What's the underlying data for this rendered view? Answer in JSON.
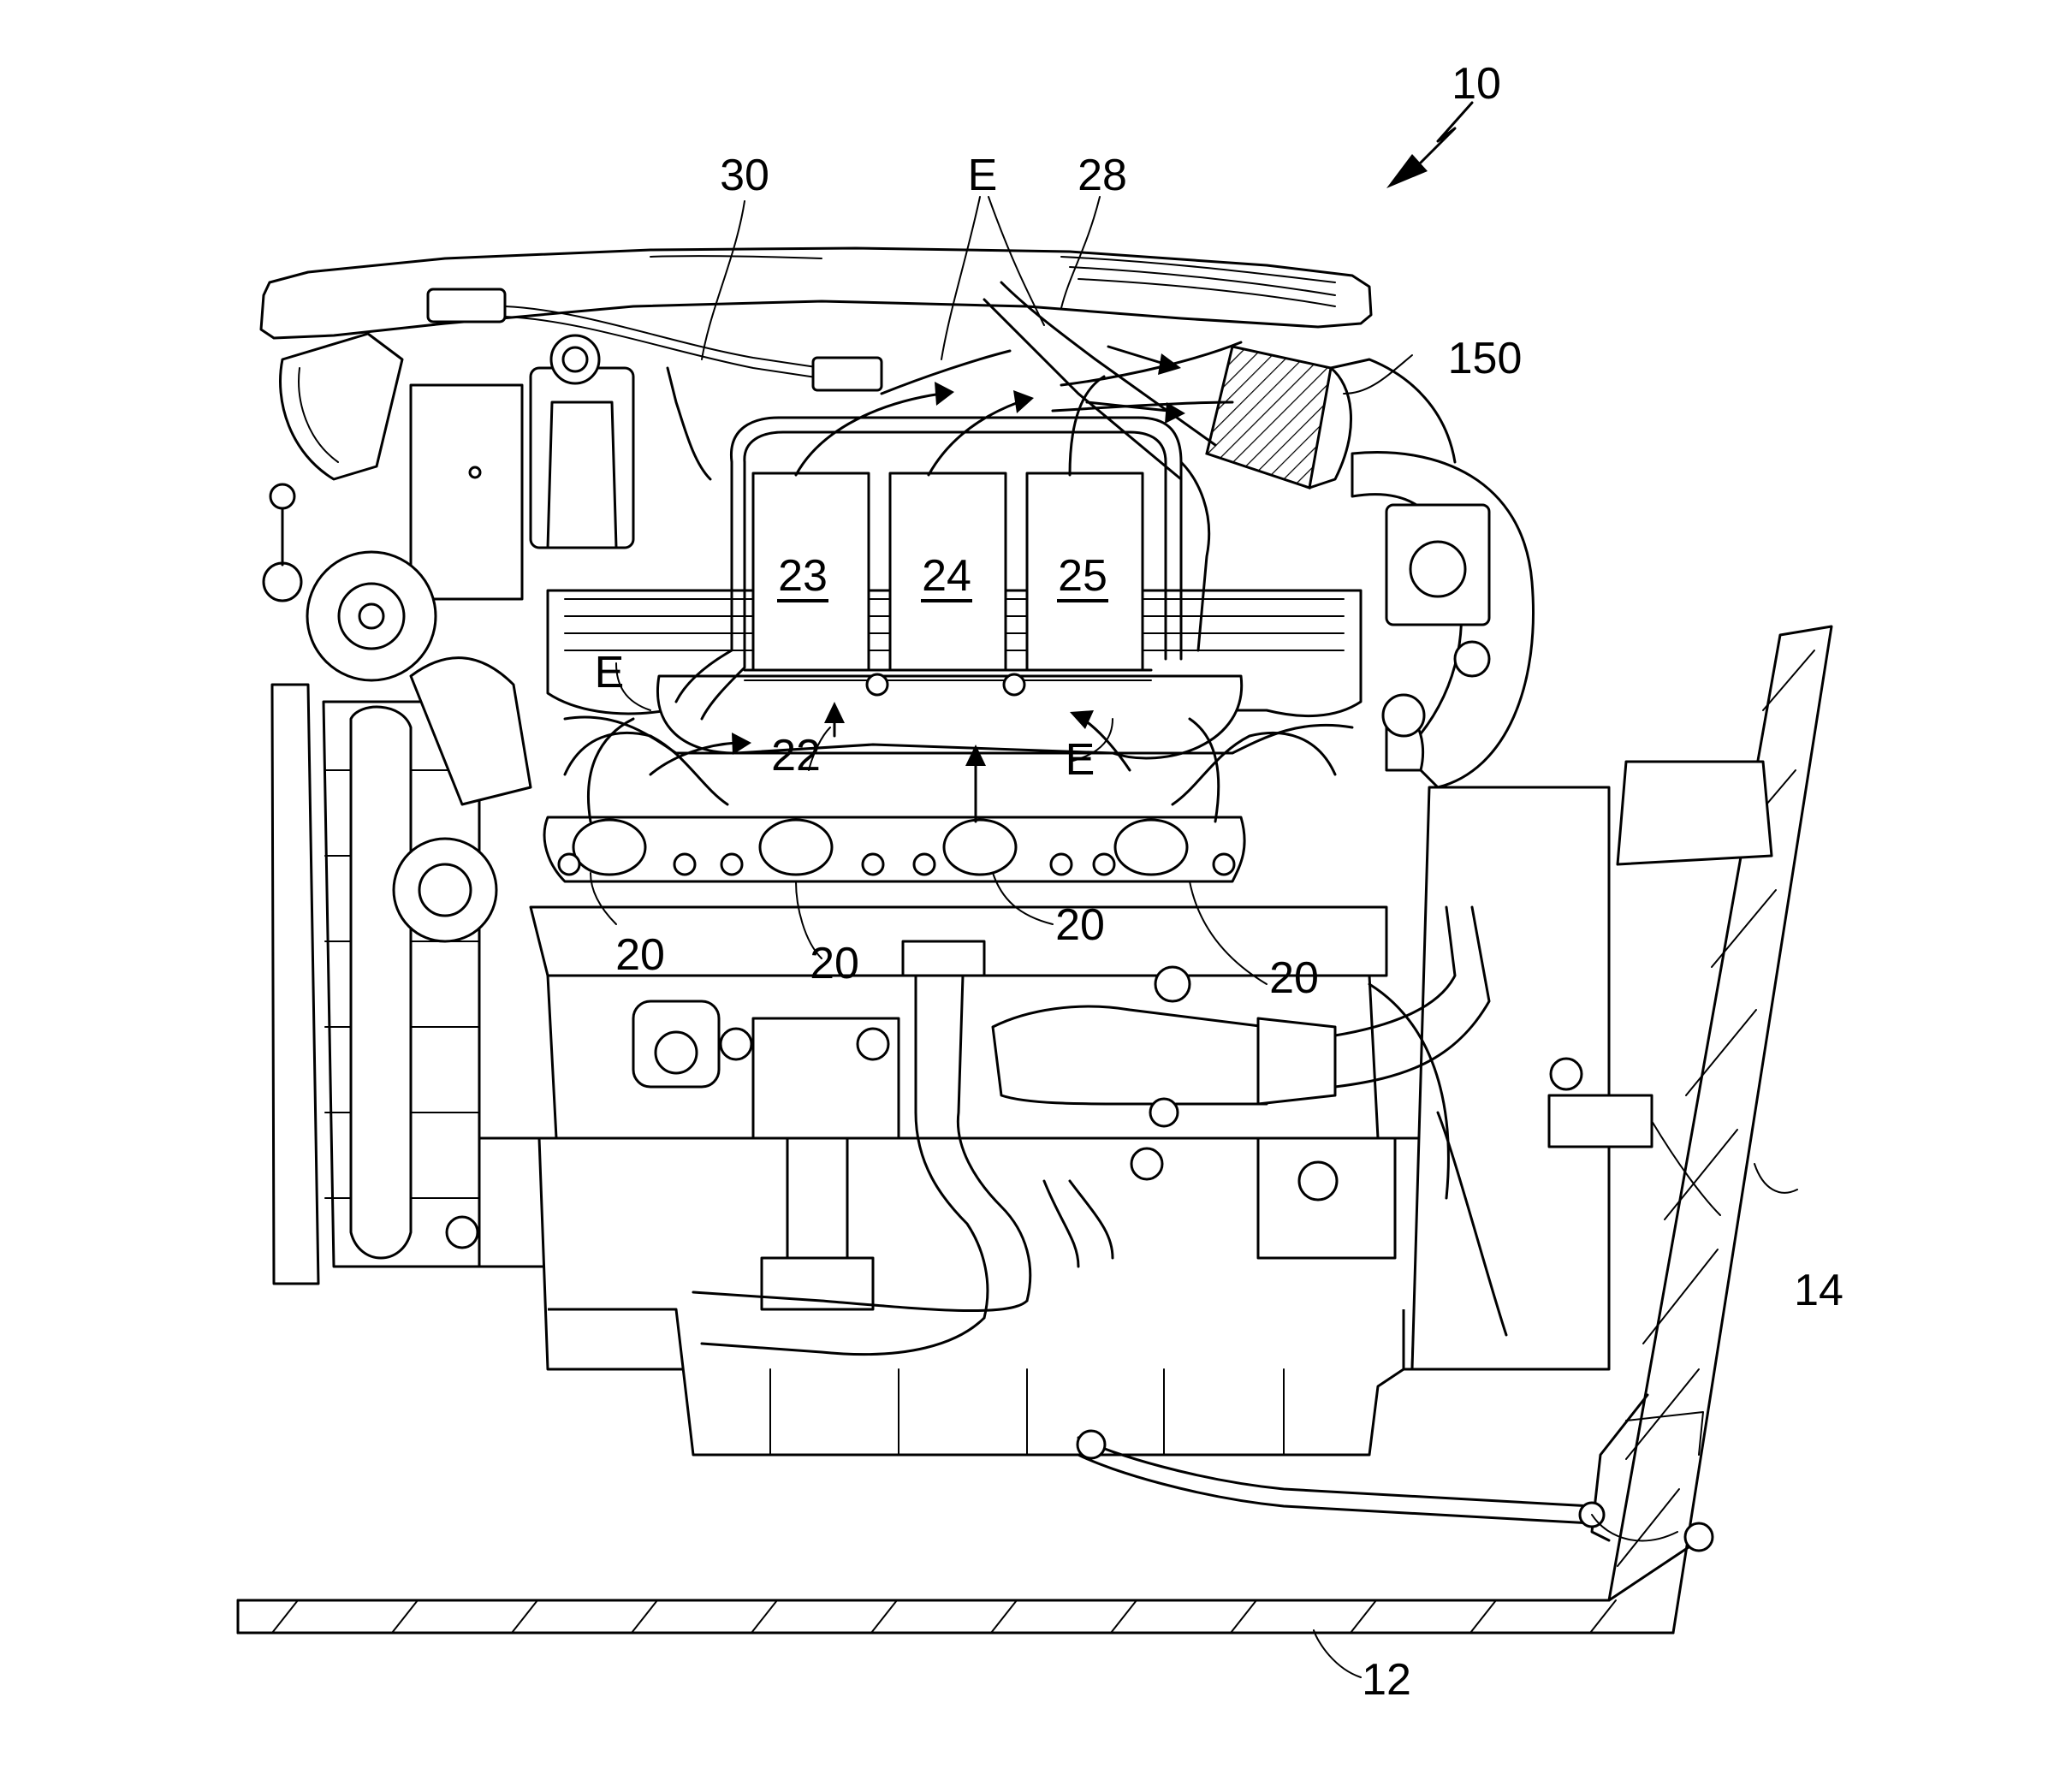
{
  "figure": {
    "labels": {
      "assembly": "10",
      "floor": "12",
      "panel": "14",
      "port_a": "20",
      "port_b": "20",
      "port_c": "20",
      "port_d": "20",
      "manifold": "22",
      "module_a": "23",
      "module_b": "24",
      "module_c": "25",
      "duct": "28",
      "channel": "30",
      "filter": "150",
      "flow_top": "E",
      "flow_left": "E",
      "flow_right": "E"
    }
  }
}
